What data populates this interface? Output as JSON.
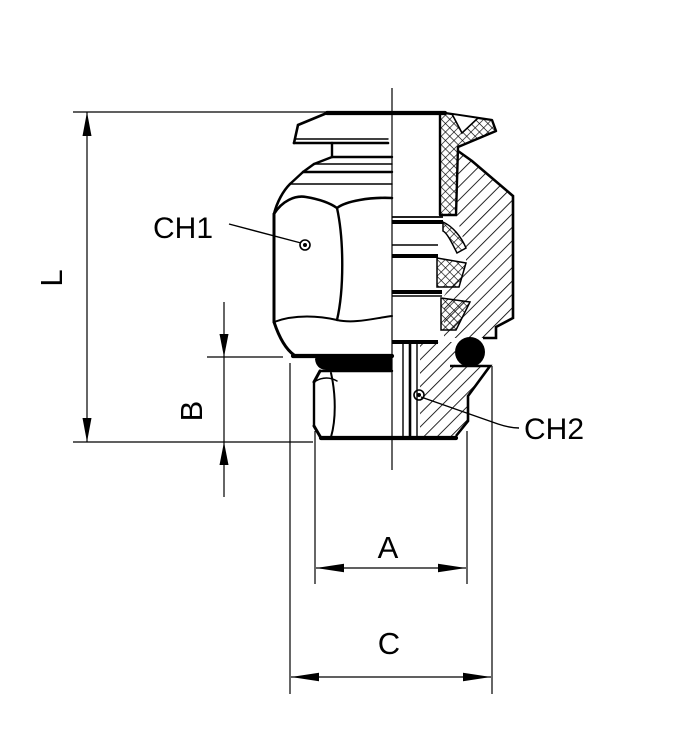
{
  "drawing": {
    "kind": "technical-drawing-half-section-fitting",
    "labels": {
      "overall_length": "L",
      "thread_length": "B",
      "hex_across_flats": "A",
      "outer_width": "C",
      "hex_wrench_1": "CH1",
      "hex_wrench_2": "CH2"
    },
    "colors": {
      "line": "#000000",
      "background": "#ffffff"
    }
  }
}
